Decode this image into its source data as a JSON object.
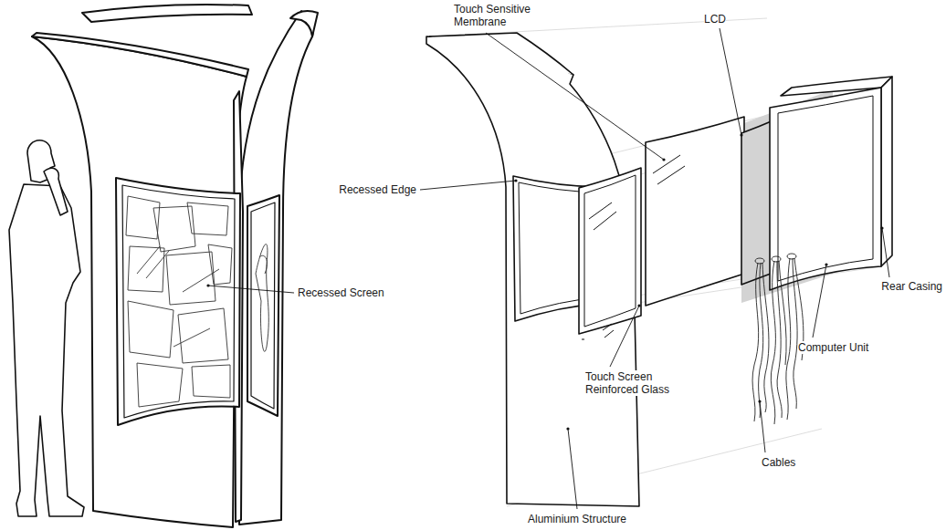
{
  "diagram": {
    "labels": [
      "Recessed Screen",
      "Recessed Edge",
      "Touch Sensitive Membrane",
      "LCD",
      "Rear Casing",
      "Computer Unit",
      "Touch Screen Reinforced Glass",
      "Cables",
      "Aluminium Structure"
    ]
  }
}
